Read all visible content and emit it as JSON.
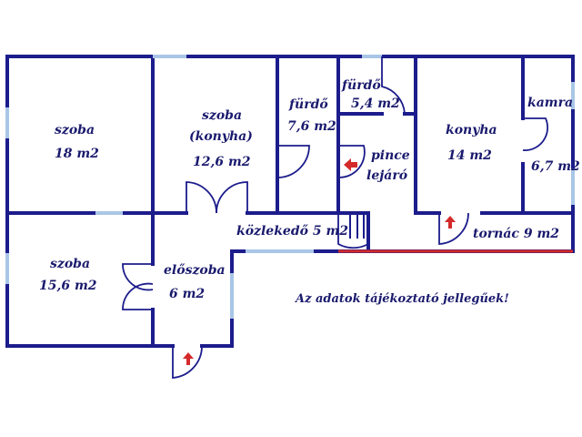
{
  "floorplan": {
    "rooms": [
      {
        "name": "szoba",
        "area": "18 m2"
      },
      {
        "name": "szoba",
        "sub": "(konyha)",
        "area": "12,6 m2"
      },
      {
        "name": "fürdő",
        "area": "7,6 m2"
      },
      {
        "name": "fürdő",
        "area": "5,4 m2"
      },
      {
        "name": "pince",
        "sub": "lejáró"
      },
      {
        "name": "konyha",
        "area": "14 m2"
      },
      {
        "name": "kamra",
        "area": "6,7 m2"
      },
      {
        "name": "szoba",
        "area": "15,6 m2"
      },
      {
        "name": "előszoba",
        "area": "6 m2"
      },
      {
        "name": "közlekedő 5 m2"
      },
      {
        "name": "tornác 9 m2"
      }
    ],
    "note": "Az adatok tájékoztató jellegűek!",
    "colors": {
      "wall": "#1c1c8c",
      "window": "#a9c6e6",
      "terrace_edge": "#d42a2a",
      "arrow": "#d42a2a",
      "text": "#1a1a6e"
    }
  }
}
